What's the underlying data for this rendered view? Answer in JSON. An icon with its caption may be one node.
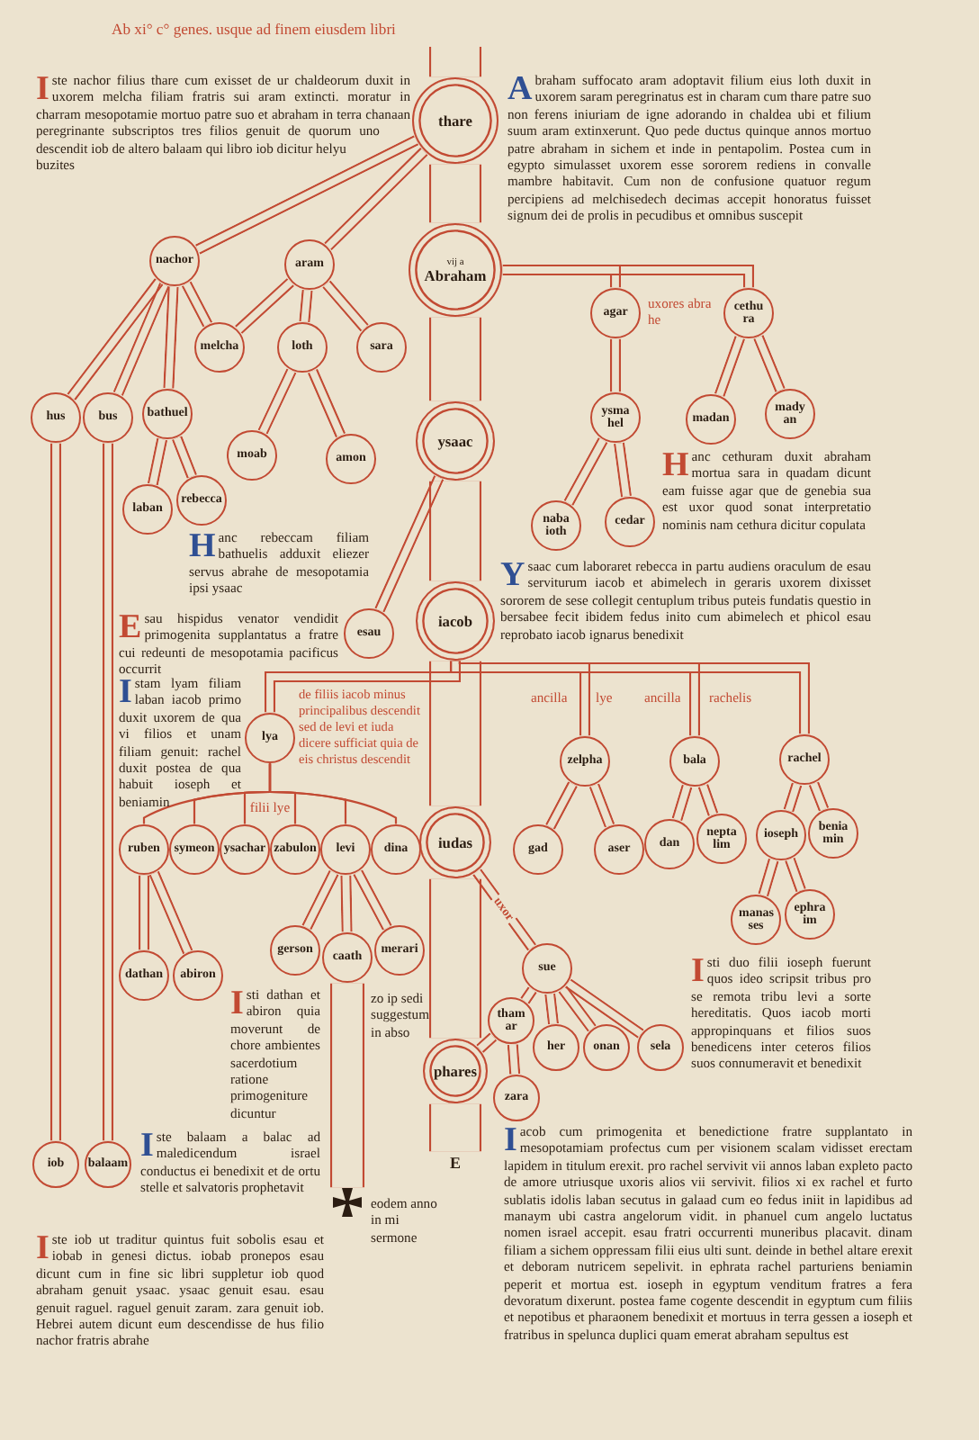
{
  "diagram": {
    "title": "Ab xi° c° genes. usque ad finem eiusdem libri",
    "nodes": [
      {
        "text": [
          "thare"
        ]
      },
      {
        "text": [
          "nachor"
        ]
      },
      {
        "text": [
          "aram"
        ]
      },
      {
        "text": [
          "vij a",
          "Abraham"
        ]
      },
      {
        "text": [
          "melcha"
        ]
      },
      {
        "text": [
          "loth"
        ]
      },
      {
        "text": [
          "sara"
        ]
      },
      {
        "text": [
          "agar"
        ]
      },
      {
        "text": [
          "cethu ra"
        ]
      },
      {
        "text": [
          "hus"
        ]
      },
      {
        "text": [
          "bus"
        ]
      },
      {
        "text": [
          "bathuel"
        ]
      },
      {
        "text": [
          "ysma hel"
        ]
      },
      {
        "text": [
          "madan"
        ]
      },
      {
        "text": [
          "mady an"
        ]
      },
      {
        "text": [
          "ysaac"
        ]
      },
      {
        "text": [
          "moab"
        ]
      },
      {
        "text": [
          "amon"
        ]
      },
      {
        "text": [
          "laban"
        ]
      },
      {
        "text": [
          "rebecca"
        ]
      },
      {
        "text": [
          "naba ioth"
        ]
      },
      {
        "text": [
          "cedar"
        ]
      },
      {
        "text": [
          "esau"
        ]
      },
      {
        "text": [
          "iacob"
        ]
      },
      {
        "text": [
          "lya"
        ]
      },
      {
        "text": [
          "zelpha"
        ]
      },
      {
        "text": [
          "bala"
        ]
      },
      {
        "text": [
          "rachel"
        ]
      },
      {
        "text": [
          "ruben"
        ]
      },
      {
        "text": [
          "symeon"
        ]
      },
      {
        "text": [
          "ysachar"
        ]
      },
      {
        "text": [
          "zabulon"
        ]
      },
      {
        "text": [
          "levi"
        ]
      },
      {
        "text": [
          "dina"
        ]
      },
      {
        "text": [
          "iudas"
        ]
      },
      {
        "text": [
          "gad"
        ]
      },
      {
        "text": [
          "aser"
        ]
      },
      {
        "text": [
          "dan"
        ]
      },
      {
        "text": [
          "nepta lim"
        ]
      },
      {
        "text": [
          "ioseph"
        ]
      },
      {
        "text": [
          "benia min"
        ]
      },
      {
        "text": [
          "manas ses"
        ]
      },
      {
        "text": [
          "ephra im"
        ]
      },
      {
        "text": [
          "gerson"
        ]
      },
      {
        "text": [
          "caath"
        ]
      },
      {
        "text": [
          "merari"
        ]
      },
      {
        "text": [
          "dathan"
        ]
      },
      {
        "text": [
          "abiron"
        ]
      },
      {
        "text": [
          "sue"
        ]
      },
      {
        "text": [
          "tham ar"
        ]
      },
      {
        "text": [
          "her"
        ]
      },
      {
        "text": [
          "onan"
        ]
      },
      {
        "text": [
          "sela"
        ]
      },
      {
        "text": [
          "phares"
        ]
      },
      {
        "text": [
          "zara"
        ]
      },
      {
        "text": [
          "iob"
        ]
      },
      {
        "text": [
          "balaam"
        ]
      },
      {
        "text": [
          "E"
        ]
      },
      {
        "text": [],
        "shape": "cross"
      }
    ],
    "edges": [
      {
        "from": null,
        "to": 0,
        "arrow": "none",
        "style": "thick"
      },
      {
        "from": 0,
        "to": 3,
        "arrow": "none",
        "style": "thick"
      },
      {
        "from": 0,
        "to": 1,
        "arrow": "none"
      },
      {
        "from": 0,
        "to": 2,
        "arrow": "none"
      },
      {
        "from": 3,
        "to": 15,
        "arrow": "none",
        "style": "thick"
      },
      {
        "from": 3,
        "to": 7,
        "arrow": "none"
      },
      {
        "from": 3,
        "to": 8,
        "arrow": "none"
      },
      {
        "from": 1,
        "to": 4,
        "arrow": "none"
      },
      {
        "from": 2,
        "to": 4,
        "arrow": "none"
      },
      {
        "from": 2,
        "to": 5,
        "arrow": "none"
      },
      {
        "from": 2,
        "to": 6,
        "arrow": "none"
      },
      {
        "from": 1,
        "to": 9,
        "arrow": "none"
      },
      {
        "from": 1,
        "to": 10,
        "arrow": "none"
      },
      {
        "from": 1,
        "to": 11,
        "arrow": "none"
      },
      {
        "from": 7,
        "to": 12,
        "arrow": "none"
      },
      {
        "from": 8,
        "to": 13,
        "arrow": "none"
      },
      {
        "from": 8,
        "to": 14,
        "arrow": "none"
      },
      {
        "from": 5,
        "to": 16,
        "arrow": "none"
      },
      {
        "from": 5,
        "to": 17,
        "arrow": "none"
      },
      {
        "from": 11,
        "to": 18,
        "arrow": "none"
      },
      {
        "from": 11,
        "to": 19,
        "arrow": "none"
      },
      {
        "from": 12,
        "to": 20,
        "arrow": "none"
      },
      {
        "from": 12,
        "to": 21,
        "arrow": "none"
      },
      {
        "from": 15,
        "to": 23,
        "arrow": "none",
        "style": "thick"
      },
      {
        "from": 15,
        "to": 22,
        "arrow": "none"
      },
      {
        "from": 23,
        "to": 24,
        "arrow": "none"
      },
      {
        "from": 23,
        "to": 25,
        "arrow": "none"
      },
      {
        "from": 23,
        "to": 26,
        "arrow": "none"
      },
      {
        "from": 23,
        "to": 27,
        "arrow": "none"
      },
      {
        "from": 24,
        "to": 28,
        "arrow": "none"
      },
      {
        "from": 24,
        "to": 29,
        "arrow": "none"
      },
      {
        "from": 24,
        "to": 30,
        "arrow": "none"
      },
      {
        "from": 24,
        "to": 31,
        "arrow": "none"
      },
      {
        "from": 24,
        "to": 32,
        "arrow": "none"
      },
      {
        "from": 24,
        "to": 33,
        "arrow": "none"
      },
      {
        "from": 23,
        "to": 34,
        "arrow": "none",
        "style": "thick"
      },
      {
        "from": 25,
        "to": 35,
        "arrow": "none"
      },
      {
        "from": 25,
        "to": 36,
        "arrow": "none"
      },
      {
        "from": 26,
        "to": 37,
        "arrow": "none"
      },
      {
        "from": 26,
        "to": 38,
        "arrow": "none"
      },
      {
        "from": 27,
        "to": 39,
        "arrow": "none"
      },
      {
        "from": 27,
        "to": 40,
        "arrow": "none"
      },
      {
        "from": 39,
        "to": 41,
        "arrow": "none"
      },
      {
        "from": 39,
        "to": 42,
        "arrow": "none"
      },
      {
        "from": 32,
        "to": 43,
        "arrow": "none"
      },
      {
        "from": 32,
        "to": 44,
        "arrow": "none"
      },
      {
        "from": 32,
        "to": 45,
        "arrow": "none"
      },
      {
        "from": 28,
        "to": 46,
        "arrow": "none"
      },
      {
        "from": 28,
        "to": 47,
        "arrow": "none"
      },
      {
        "from": 34,
        "to": 48,
        "arrow": "none",
        "label": "uxor"
      },
      {
        "from": 48,
        "to": 49,
        "arrow": "none"
      },
      {
        "from": 48,
        "to": 50,
        "arrow": "none"
      },
      {
        "from": 48,
        "to": 51,
        "arrow": "none"
      },
      {
        "from": 48,
        "to": 52,
        "arrow": "none"
      },
      {
        "from": 34,
        "to": 53,
        "arrow": "none",
        "style": "thick"
      },
      {
        "from": 49,
        "to": 53,
        "arrow": "none"
      },
      {
        "from": 49,
        "to": 54,
        "arrow": "none"
      },
      {
        "from": 53,
        "to": 57,
        "arrow": "none",
        "style": "thick"
      },
      {
        "from": 9,
        "to": 55,
        "arrow": "none"
      },
      {
        "from": 10,
        "to": 56,
        "arrow": "none"
      },
      {
        "from": 44,
        "to": 58,
        "arrow": "none",
        "style": "thick"
      }
    ],
    "labels": [
      "Iste nachor filius thare cum exisset de ur chaldeorum duxit in uxorem melcha filiam fratris sui aram extincti. moratur in charram mesopotamie mortuo patre suo et abraham in terra chanaan peregrinante subscriptos tres filios genuit de quorum uno descendit iob de altero balaam qui libro iob dicitur helyu buzites",
      "Abraham suffocato aram adoptavit filium eius loth duxit in uxorem saram peregrinatus est in charam cum thare patre suo non ferens iniuriam de igne adorando in chaldea ubi et filium suum aram extinxerunt. Quo pede ductus quinque annos mortuo patre abraham in sichem et inde in pentapolim. Postea cum in egypto simulasset uxorem esse sororem rediens in convalle mambre habitavit. Cum non de confusione quatuor regum percipiens ad melchisedech decimas accepit honoratus fuisset signum dei de prolis in pecudibus et omnibus suscepit",
      "uxores abra he",
      "Hanc cethuram duxit abraham mortua sara in quadam dicunt eam fuisse agar que de genebia sua est uxor quod sonat interpretatio nominis nam cethura dicitur copulata",
      "Hanc rebeccam filiam bathuelis adduxit eliezer servus abrahe de mesopotamia ipsi ysaac",
      "Esau hispidus venator vendidit primogenita supplantatus a fratre cui redeunti de mesopotamia pacificus occurrit",
      "Ysaac cum laboraret rebecca in partu audiens oraculum de esau serviturum iacob et abimelech in geraris uxorem dixisset sororem de sese collegit centuplum tribus puteis fundatis questio in bersabee fecit ibidem fedus inito cum abimelech et phicol esau reprobato iacob ignarus benedixit",
      "Istam lyam filiam laban iacob primo duxit uxorem de qua vi filios et unam filiam genuit: rachel duxit postea de qua habuit ioseph et beniamin",
      "de filiis iacob minus principalibus descendit sed de levi et iuda dicere sufficiat quia de eis christus descendit",
      "ancilla",
      "lye",
      "ancilla",
      "rachelis",
      "filii lye",
      "Isti dathan et abiron quia moverunt de chore ambientes sacerdotium ratione primogeniture dicuntur",
      "zo ip sedi suggestum in abso",
      "Isti duo filii ioseph fuerunt quos ideo scripsit tribus pro se remota tribu levi a sorte hereditatis. Quos iacob morti appropinquans et filios suos benedicens inter ceteros filios suos connumeravit et benedixit",
      "Iste balaam a balac ad maledicendum israel conductus ei benedixit et de ortu stelle et salvatoris prophetavit",
      "Iste iob ut traditur quintus fuit sobolis esau et iobab in genesi dictus. iobab pronepos esau dicunt cum in fine sic libri suppletur iob quod abraham genuit ysaac. ysaac genuit esau. esau genuit raguel. raguel genuit zaram. zara genuit iob. Hebrei autem dicunt eum descendisse de hus filio nachor fratris abrahe",
      "eodem anno in mi sermone",
      "Iacob cum primogenita et benedictione fratre supplantato in mesopotamiam profectus cum per visionem scalam vidisset erectam lapidem in titulum erexit. pro rachel servivit vii annos laban expleto pacto de amore utriusque uxoris alios vii servivit. filios xi ex rachel et furto sublatis idolis laban secutus in galaad cum eo fedus iniit in lapidibus ad manaym ubi castra angelorum vidit. in phanuel cum angelo luctatus nomen israel accepit. esau fratri occurrenti muneribus placavit. dinam filiam a sichem oppressam filii eius ulti sunt. deinde in bethel altare erexit et deboram nutricem sepelivit. in ephrata rachel parturiens beniamin peperit et mortua est. ioseph in egyptum venditum fratres a fera devoratum dixerunt. postea fame cogente descendit in egyptum cum filiis et nepotibus et pharaonem benedixit et mortuus in terra gessen a ioseph et fratribus in spelunca duplici quam emerat abraham sepultus est"
    ]
  }
}
